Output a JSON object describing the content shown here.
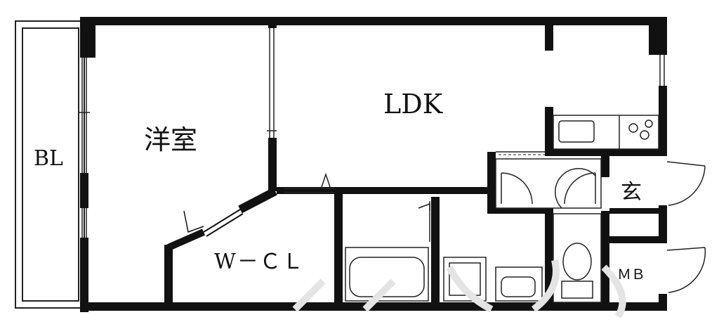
{
  "rooms": {
    "balcony": "BL",
    "western_room": "洋室",
    "ldk": "LDK",
    "walk_in_closet": "W－ＣＬ",
    "entrance": "玄",
    "meter_box": "ＭＢ"
  },
  "colors": {
    "wall": "#111111",
    "line": "#222222",
    "background": "#ffffff"
  }
}
